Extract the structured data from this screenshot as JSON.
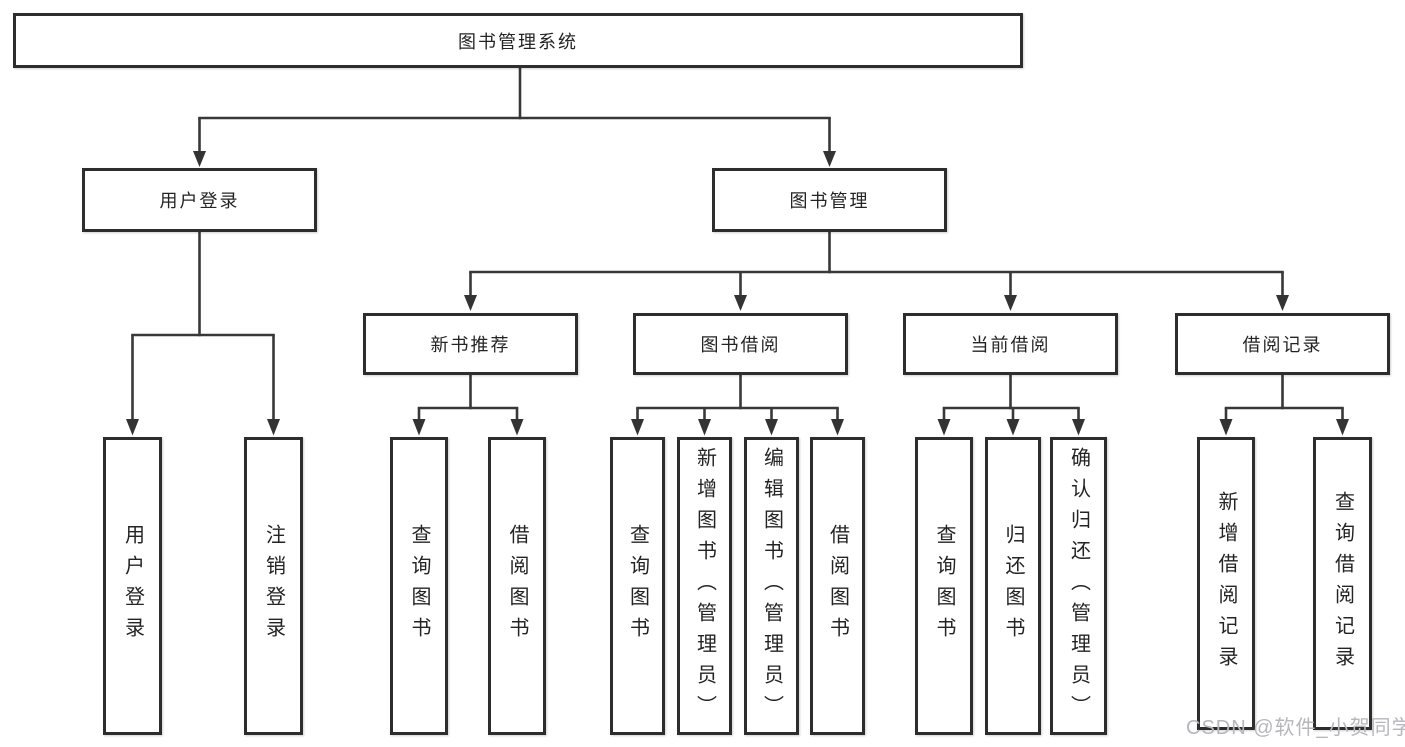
{
  "diagram_title": "图书管理系统",
  "nodes": {
    "root": {
      "label": "图书管理系统"
    },
    "user_login": {
      "label": "用户登录"
    },
    "book_mgmt": {
      "label": "图书管理"
    },
    "new_book_rec": {
      "label": "新书推荐"
    },
    "book_borrow": {
      "label": "图书借阅"
    },
    "current_borrow": {
      "label": "当前借阅"
    },
    "borrow_records": {
      "label": "借阅记录"
    },
    "ul_login": {
      "label": "用户登录"
    },
    "ul_logout": {
      "label": "注销登录"
    },
    "nb_query": {
      "label": "查询图书"
    },
    "nb_borrow": {
      "label": "借阅图书"
    },
    "bb_query": {
      "label": "查询图书"
    },
    "bb_add": {
      "label": "新增图书（管理员）"
    },
    "bb_edit": {
      "label": "编辑图书（管理员）"
    },
    "bb_borrow": {
      "label": "借阅图书"
    },
    "cb_query": {
      "label": "查询图书"
    },
    "cb_return": {
      "label": "归还图书"
    },
    "cb_confirm": {
      "label": "确认归还（管理员）"
    },
    "br_add": {
      "label": "新增借阅记录"
    },
    "br_query": {
      "label": "查询借阅记录"
    }
  },
  "hierarchy": {
    "图书管理系统": {
      "用户登录": [
        "用户登录",
        "注销登录"
      ],
      "图书管理": {
        "新书推荐": [
          "查询图书",
          "借阅图书"
        ],
        "图书借阅": [
          "查询图书",
          "新增图书（管理员）",
          "编辑图书（管理员）",
          "借阅图书"
        ],
        "当前借阅": [
          "查询图书",
          "归还图书",
          "确认归还（管理员）"
        ],
        "借阅记录": [
          "新增借阅记录",
          "查询借阅记录"
        ]
      }
    }
  },
  "watermark": {
    "text": "CSDN @软件_小贺同学",
    "color": "#b6b6bd"
  },
  "colors": {
    "background": "#ffffff",
    "box_border": "#2d2d2d",
    "line": "#383838",
    "text": "#242424"
  }
}
